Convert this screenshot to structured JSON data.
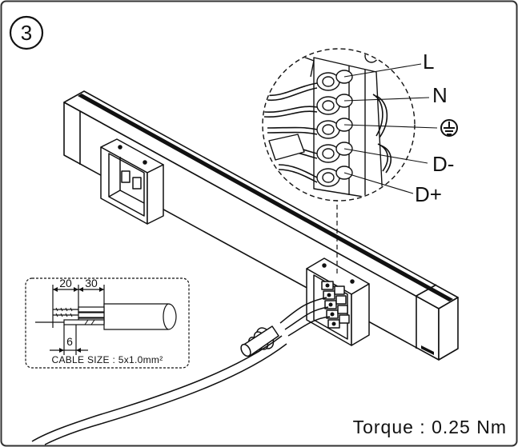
{
  "step": {
    "number": "3"
  },
  "terminals": [
    {
      "id": "L",
      "label": "L"
    },
    {
      "id": "N",
      "label": "N"
    },
    {
      "id": "PE",
      "label": "",
      "icon": "earth-ground-icon"
    },
    {
      "id": "Dm",
      "label": "D-"
    },
    {
      "id": "Dp",
      "label": "D+"
    }
  ],
  "cable_strip": {
    "dim_a": "20",
    "dim_b": "30",
    "dim_c": "6",
    "cable_size": "CABLE SIZE : 5x1.0mm²"
  },
  "torque": "Torque : 0.25 Nm",
  "colors": {
    "line": "#111111",
    "frame": "#333333",
    "bar_dark": "#1a1a1a"
  }
}
